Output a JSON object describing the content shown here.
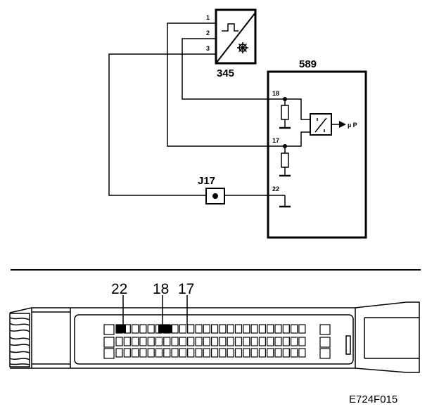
{
  "schematic": {
    "sensor": {
      "label": "345",
      "pins": [
        "1",
        "2",
        "3"
      ]
    },
    "ecu": {
      "label": "589",
      "pins": [
        "18",
        "17",
        "22"
      ],
      "output": "µ P"
    },
    "junction": {
      "label": "J17"
    }
  },
  "connector": {
    "pin_labels": [
      "22",
      "18",
      "17"
    ]
  },
  "figure_code": "E724F015"
}
